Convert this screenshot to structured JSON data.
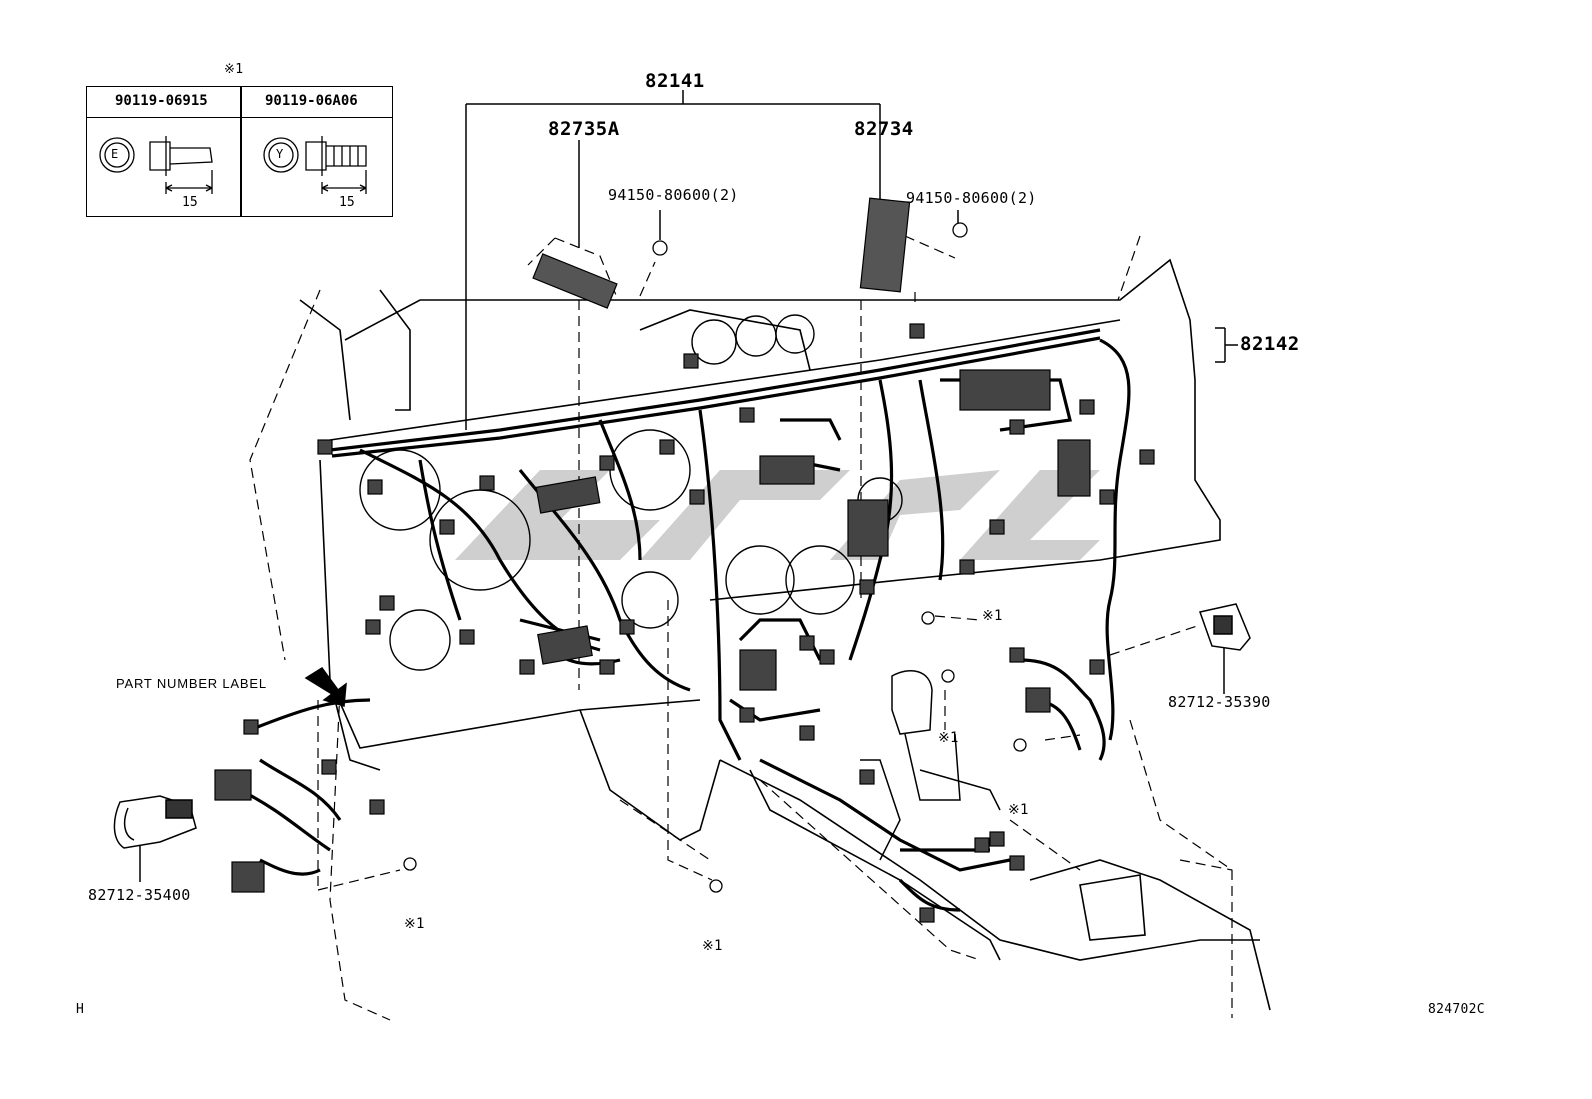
{
  "diagram": {
    "legend": {
      "note_mark": "※1",
      "left": {
        "part_number": "90119-06915",
        "code": "E",
        "dimension": "15"
      },
      "right": {
        "part_number": "90119-06A06",
        "code": "Y",
        "dimension": "15"
      }
    },
    "labels": {
      "main_harness": "82141",
      "sub_left": "82735A",
      "sub_right": "82734",
      "clip_left": "94150-80600(2)",
      "clip_right": "94150-80600(2)",
      "right_harness": "82142",
      "part_number_label": "PART NUMBER LABEL",
      "connector_right": "82712-35390",
      "connector_left": "82712-35400",
      "bolt_1": "※1",
      "bolt_2": "※1",
      "bolt_3": "※1",
      "bolt_4": "※1",
      "bolt_5": "※1",
      "bolt_6": "※1"
    },
    "corner_left": "H",
    "corner_right": "824702C"
  }
}
